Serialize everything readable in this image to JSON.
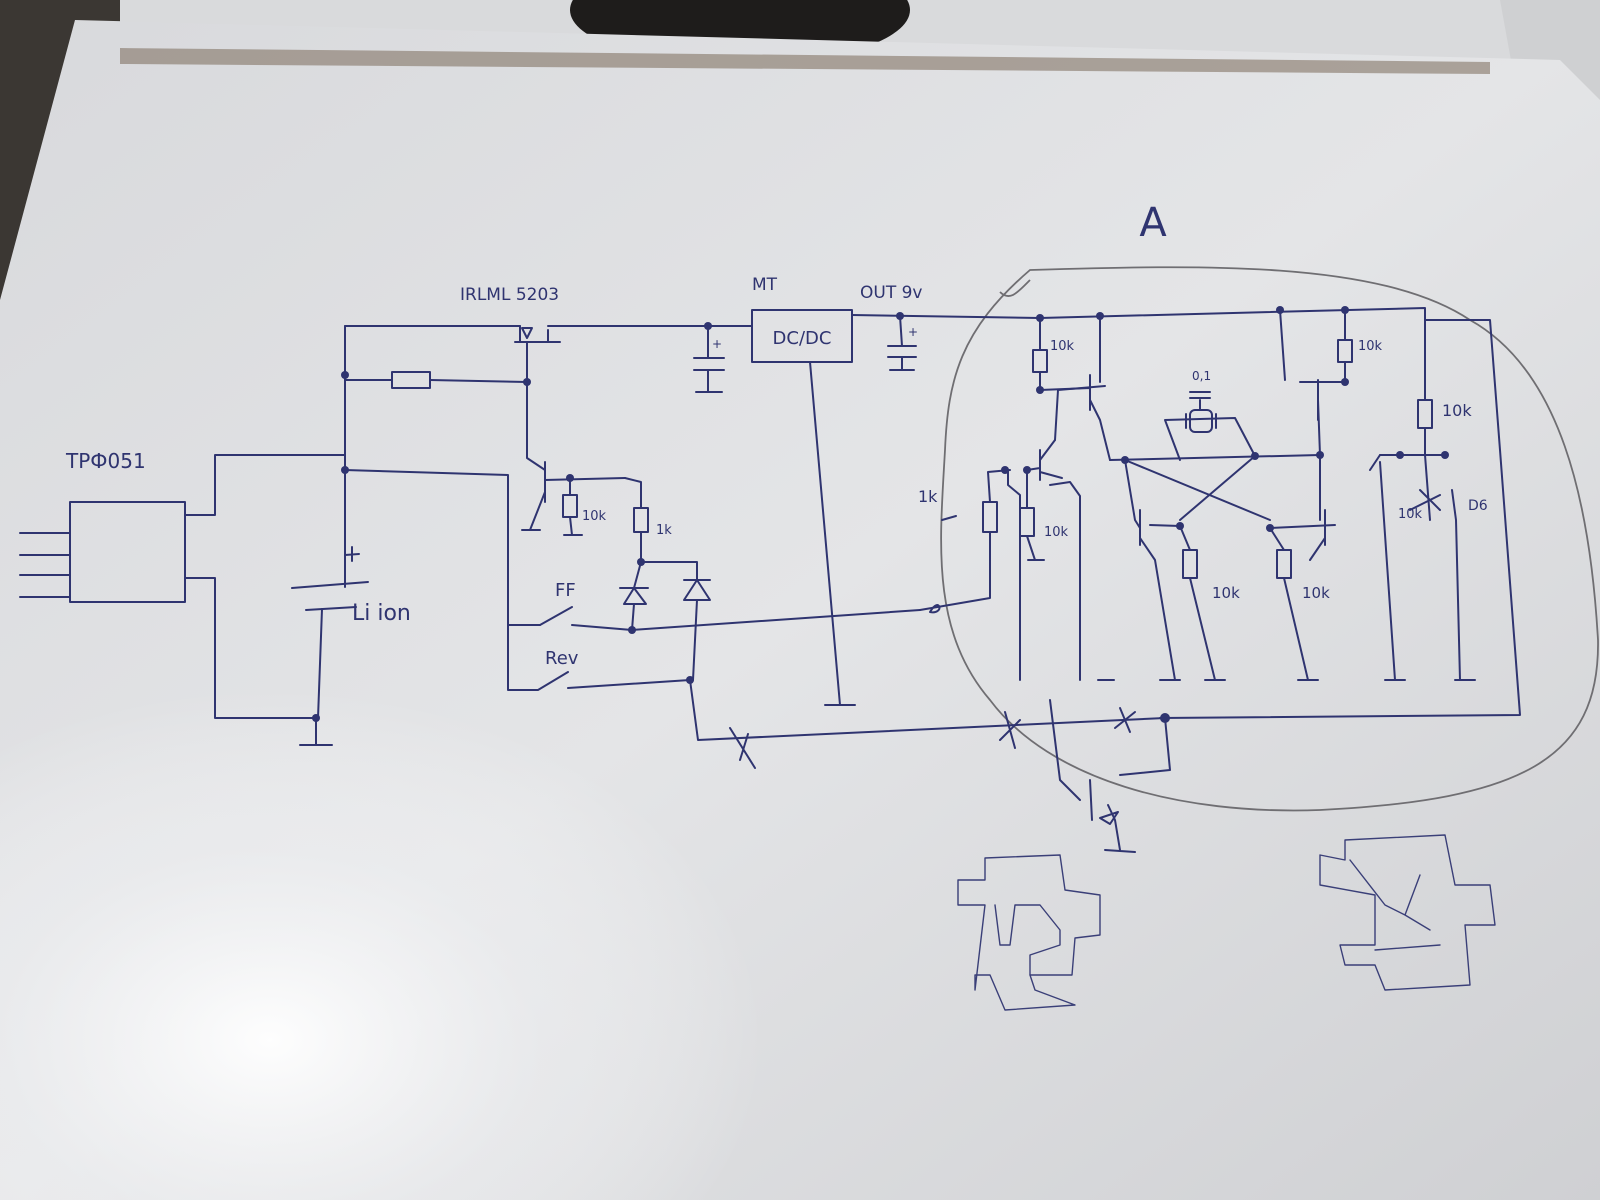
{
  "labels": {
    "module_a": "A",
    "regulator_ic": "TPФ051",
    "p_mosfet": "IRLML 5203",
    "dcdc_maker": "MT",
    "dcdc_block": "DC/DC",
    "output": "OUT 9v",
    "battery": "Li ion",
    "switch_ff": "FF",
    "switch_rev": "Rev",
    "r_base_10k": "10k",
    "r_led_1k": "1k",
    "r_input_1k": "1k",
    "r_input_10k": "10k",
    "r_top_left": "10k",
    "r_top_right": "10k",
    "r_right": "10k",
    "cap_value": "0,1",
    "r_bottom_left": "10k",
    "r_bottom_right": "10k",
    "diode_label": "D6"
  },
  "colors": {
    "ink": "#2f3470",
    "pencil": "#6f6e72",
    "paper": "#dfe0e2"
  }
}
